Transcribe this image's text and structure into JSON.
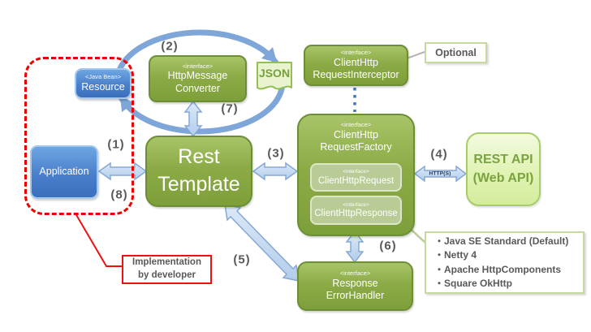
{
  "boxes": {
    "application": {
      "label": "Application"
    },
    "resource": {
      "stereotype": "<Java Bean>",
      "label": "Resource"
    },
    "rest_template": {
      "line1": "Rest",
      "line2": "Template"
    },
    "http_message_converter": {
      "stereotype": "<interface>",
      "line1": "HttpMessage",
      "line2": "Converter"
    },
    "json_doc": {
      "label": "JSON"
    },
    "request_interceptor": {
      "stereotype": "<interface>",
      "line1": "ClientHttp",
      "line2": "RequestInterceptor"
    },
    "request_factory": {
      "stereotype": "<interface>",
      "line1": "ClientHttp",
      "line2": "RequestFactory"
    },
    "client_http_request": {
      "stereotype": "<interface>",
      "label": "ClientHttpRequest"
    },
    "client_http_response": {
      "stereotype": "<interface>",
      "label": "ClientHttpResponse"
    },
    "rest_api": {
      "line1": "REST API",
      "line2": "(Web API)"
    },
    "error_handler": {
      "stereotype": "<interface>",
      "line1": "Response",
      "line2": "ErrorHandler"
    }
  },
  "steps": {
    "s1": "(1)",
    "s2": "(2)",
    "s3": "(3)",
    "s4": "(4)",
    "s5": "(5)",
    "s6": "(6)",
    "s7": "(7)",
    "s8": "(8)"
  },
  "annotations": {
    "optional": "Optional",
    "http_protocol": "HTTP(S)",
    "implementation": {
      "line1": "Implementation",
      "line2": "by developer"
    }
  },
  "impl_list": {
    "items": [
      "・Java SE Standard (Default)",
      "・Netty 4",
      "・Apache HttpComponents",
      "・Square OkHttp"
    ]
  },
  "colors": {
    "green_box": "#8cab47",
    "green_border": "#6c8e36",
    "inner_green": "#b9cc95",
    "blue_box": "#4a7fcb",
    "blue_border": "#a5c8ee",
    "arrow_fill": "#c8dbf2",
    "arrow_border": "#85a9d6",
    "cycle_stroke": "#7ea6d8",
    "rest_api_fill": "#d3ec9d",
    "rest_api_text": "#7ba23f",
    "callout_border": "#c6d9a0",
    "red": "#ee1111",
    "label_text": "#595959",
    "dotted_link": "#4673c0"
  }
}
